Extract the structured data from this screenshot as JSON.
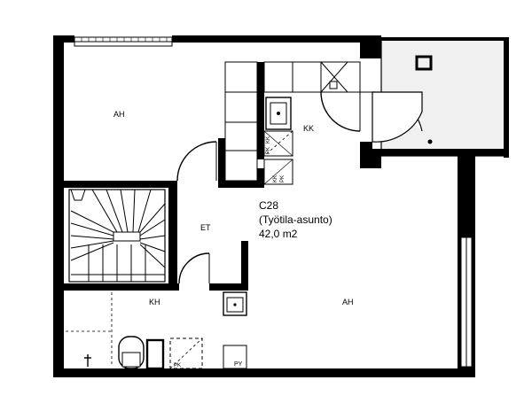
{
  "plan": {
    "unit_code": "C28",
    "unit_type": "(Työtila-asunto)",
    "unit_area": "42,0 m2"
  },
  "rooms": {
    "ah_upper": "AH",
    "kk": "KK",
    "et": "ET",
    "kh": "KH",
    "ah_lower": "AH"
  },
  "fixtures": {
    "kk_upper": "KK",
    "pk_upper": "PK",
    "pk_lower": "PK",
    "kk_lower": "KK",
    "pk_bath": "PK",
    "py": "PY"
  },
  "colors": {
    "wall": "#000000",
    "background": "#ffffff",
    "balcony_fill": "#f0f0f0"
  }
}
